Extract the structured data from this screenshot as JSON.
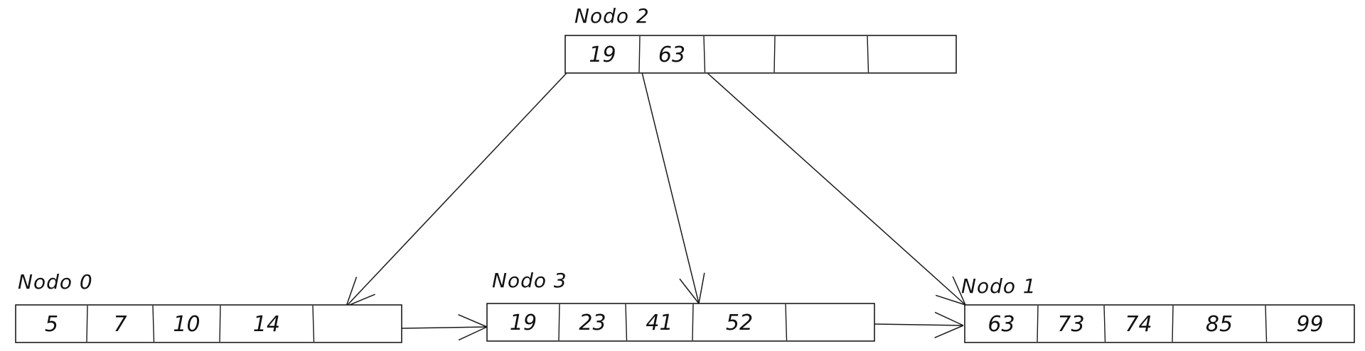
{
  "nodes": [
    {
      "id": "n2",
      "label": "Nodo 2",
      "keys": [
        "19",
        "63",
        "",
        "",
        ""
      ]
    },
    {
      "id": "n0",
      "label": "Nodo 0",
      "keys": [
        "5",
        "7",
        "10",
        "14",
        ""
      ]
    },
    {
      "id": "n3",
      "label": "Nodo 3",
      "keys": [
        "19",
        "23",
        "41",
        "52",
        ""
      ]
    },
    {
      "id": "n1",
      "label": "Nodo 1",
      "keys": [
        "63",
        "73",
        "74",
        "85",
        "99"
      ]
    }
  ],
  "edges": [
    {
      "from": "n2",
      "to": "n0",
      "kind": "child-pointer"
    },
    {
      "from": "n2",
      "to": "n3",
      "kind": "child-pointer"
    },
    {
      "from": "n2",
      "to": "n1",
      "kind": "child-pointer"
    },
    {
      "from": "n0",
      "to": "n3",
      "kind": "sibling-link"
    },
    {
      "from": "n3",
      "to": "n1",
      "kind": "sibling-link"
    }
  ],
  "colors": {
    "stroke": "#1a1a1a",
    "background": "#ffffff"
  }
}
